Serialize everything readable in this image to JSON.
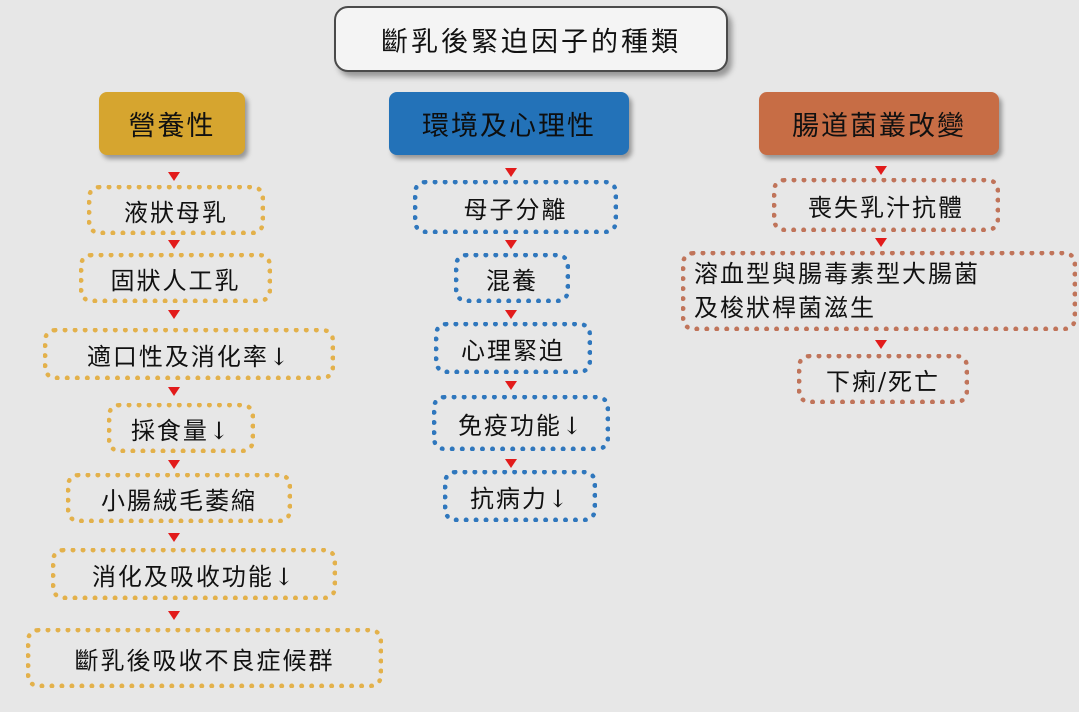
{
  "title": "斷乳後緊迫因子的種類",
  "columns": [
    {
      "header": "營養性",
      "color": "#d6a52f",
      "items": [
        "液狀母乳",
        "固狀人工乳",
        "適口性及消化率↓",
        "採食量↓",
        "小腸絨毛萎縮",
        "消化及吸收功能↓",
        "斷乳後吸收不良症候群"
      ]
    },
    {
      "header": "環境及心理性",
      "color": "#2372b8",
      "items": [
        "母子分離",
        "混養",
        "心理緊迫",
        "免疫功能↓",
        "抗病力↓"
      ]
    },
    {
      "header": "腸道菌叢改變",
      "color": "#c76d45",
      "items": [
        "喪失乳汁抗體",
        "溶血型與腸毒素型大腸菌",
        "及梭狀桿菌滋生",
        "下痢/死亡"
      ]
    }
  ],
  "arrow_color": "#e21b1b"
}
